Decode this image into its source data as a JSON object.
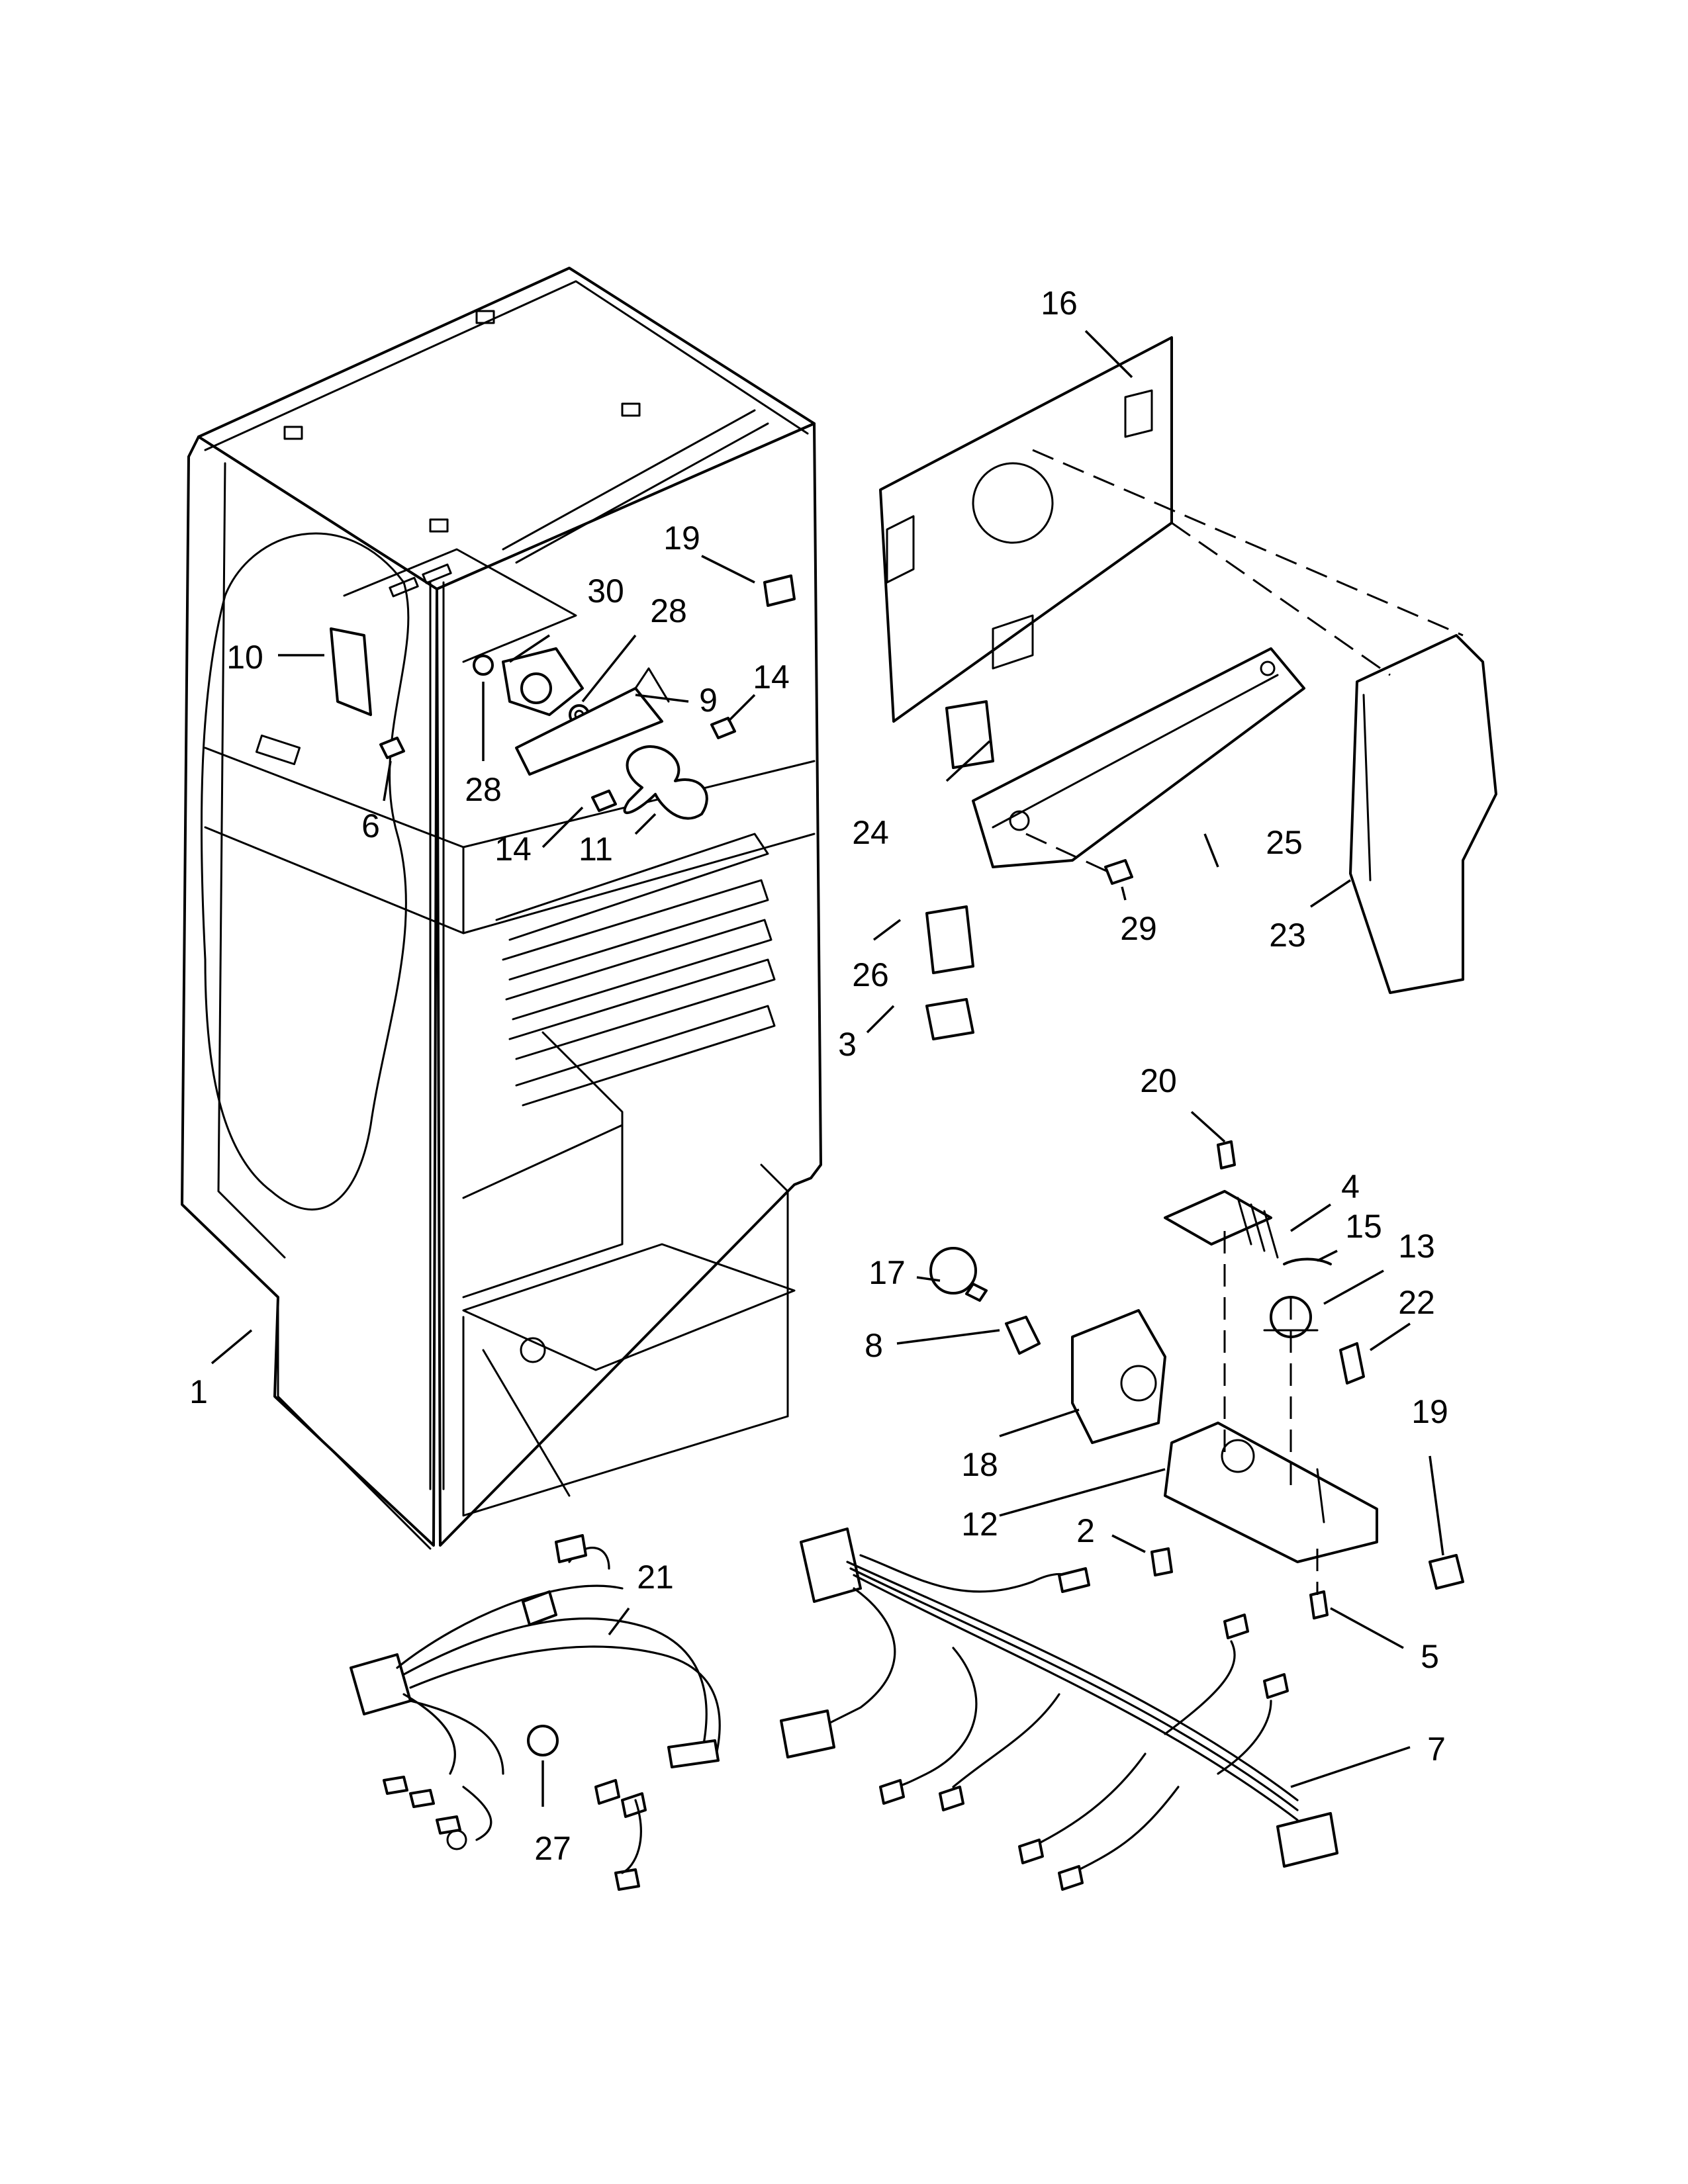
{
  "callouts": [
    {
      "id": "1",
      "text": "1"
    },
    {
      "id": "2",
      "text": "2"
    },
    {
      "id": "3",
      "text": "3"
    },
    {
      "id": "4",
      "text": "4"
    },
    {
      "id": "5",
      "text": "5"
    },
    {
      "id": "6",
      "text": "6"
    },
    {
      "id": "7",
      "text": "7"
    },
    {
      "id": "8",
      "text": "8"
    },
    {
      "id": "9",
      "text": "9"
    },
    {
      "id": "10",
      "text": "10"
    },
    {
      "id": "11",
      "text": "11"
    },
    {
      "id": "12",
      "text": "12"
    },
    {
      "id": "13",
      "text": "13"
    },
    {
      "id": "14a",
      "text": "14"
    },
    {
      "id": "14b",
      "text": "14"
    },
    {
      "id": "15",
      "text": "15"
    },
    {
      "id": "16",
      "text": "16"
    },
    {
      "id": "17",
      "text": "17"
    },
    {
      "id": "18",
      "text": "18"
    },
    {
      "id": "19a",
      "text": "19"
    },
    {
      "id": "19b",
      "text": "19"
    },
    {
      "id": "20",
      "text": "20"
    },
    {
      "id": "21",
      "text": "21"
    },
    {
      "id": "22",
      "text": "22"
    },
    {
      "id": "23",
      "text": "23"
    },
    {
      "id": "24",
      "text": "24"
    },
    {
      "id": "25",
      "text": "25"
    },
    {
      "id": "26",
      "text": "26"
    },
    {
      "id": "27",
      "text": "27"
    },
    {
      "id": "28a",
      "text": "28"
    },
    {
      "id": "28b",
      "text": "28"
    },
    {
      "id": "29",
      "text": "29"
    },
    {
      "id": "30",
      "text": "30"
    }
  ]
}
